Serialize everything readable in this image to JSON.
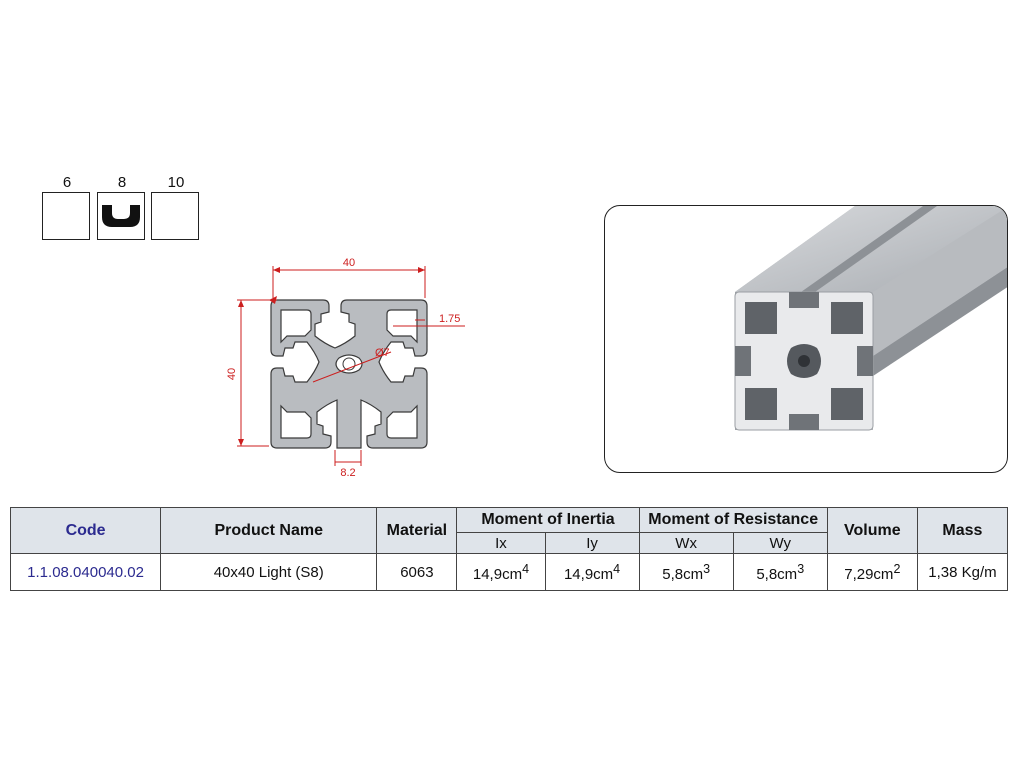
{
  "slot_selector": {
    "labels": [
      "6",
      "8",
      "10"
    ],
    "selected": "8"
  },
  "drawing": {
    "width_label": "40",
    "height_label": "40",
    "wall_label": "1.75",
    "bore_label": "Ø7",
    "slot_label": "8.2",
    "dimension_color": "#cc1e1e",
    "profile_fill": "#b9bcc0"
  },
  "table": {
    "headers": {
      "code": "Code",
      "product_name": "Product Name",
      "material": "Material",
      "moment_of_inertia": "Moment of Inertia",
      "ix": "Ix",
      "iy": "Iy",
      "moment_of_resistance": "Moment of Resistance",
      "wx": "Wx",
      "wy": "Wy",
      "volume": "Volume",
      "mass": "Mass"
    },
    "row": {
      "code": "1.1.08.040040.02",
      "product_name": "40x40 Light (S8)",
      "material": "6063",
      "ix_value": "14,9cm",
      "ix_exp": "4",
      "iy_value": "14,9cm",
      "iy_exp": "4",
      "wx_value": "5,8cm",
      "wx_exp": "3",
      "wy_value": "5,8cm",
      "wy_exp": "3",
      "volume_value": "7,29cm",
      "volume_exp": "2",
      "mass": "1,38 Kg/m"
    },
    "header_bg": "#dfe4ea",
    "code_color": "#2b2a8f"
  }
}
